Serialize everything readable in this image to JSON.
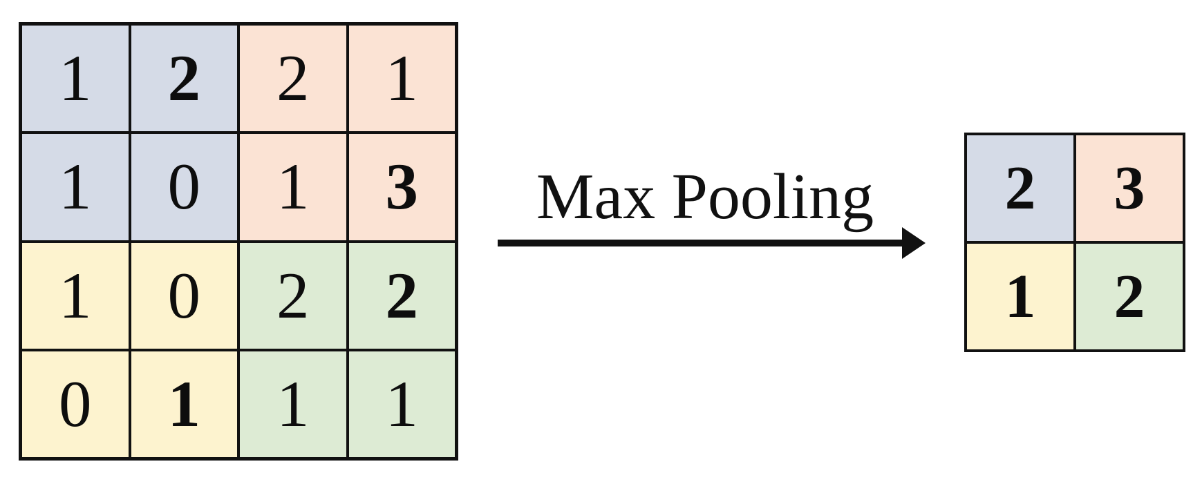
{
  "figure": {
    "operation_label": "Max Pooling",
    "colors": {
      "blue": "#d5dbe7",
      "peach": "#fbe3d4",
      "yellow": "#fdf3cf",
      "green": "#ddebd4",
      "line": "#111111",
      "background": "#ffffff"
    },
    "input_grid": {
      "rows": 4,
      "cols": 4,
      "cells": [
        {
          "value": "1",
          "color": "blue",
          "bold": false
        },
        {
          "value": "2",
          "color": "blue",
          "bold": true
        },
        {
          "value": "2",
          "color": "peach",
          "bold": false
        },
        {
          "value": "1",
          "color": "peach",
          "bold": false
        },
        {
          "value": "1",
          "color": "blue",
          "bold": false
        },
        {
          "value": "0",
          "color": "blue",
          "bold": false
        },
        {
          "value": "1",
          "color": "peach",
          "bold": false
        },
        {
          "value": "3",
          "color": "peach",
          "bold": true
        },
        {
          "value": "1",
          "color": "yellow",
          "bold": false
        },
        {
          "value": "0",
          "color": "yellow",
          "bold": false
        },
        {
          "value": "2",
          "color": "green",
          "bold": false
        },
        {
          "value": "2",
          "color": "green",
          "bold": true
        },
        {
          "value": "0",
          "color": "yellow",
          "bold": false
        },
        {
          "value": "1",
          "color": "yellow",
          "bold": true
        },
        {
          "value": "1",
          "color": "green",
          "bold": false
        },
        {
          "value": "1",
          "color": "green",
          "bold": false
        }
      ]
    },
    "output_grid": {
      "rows": 2,
      "cols": 2,
      "cells": [
        {
          "value": "2",
          "color": "blue",
          "bold": true
        },
        {
          "value": "3",
          "color": "peach",
          "bold": true
        },
        {
          "value": "1",
          "color": "yellow",
          "bold": true
        },
        {
          "value": "2",
          "color": "green",
          "bold": true
        }
      ]
    }
  }
}
